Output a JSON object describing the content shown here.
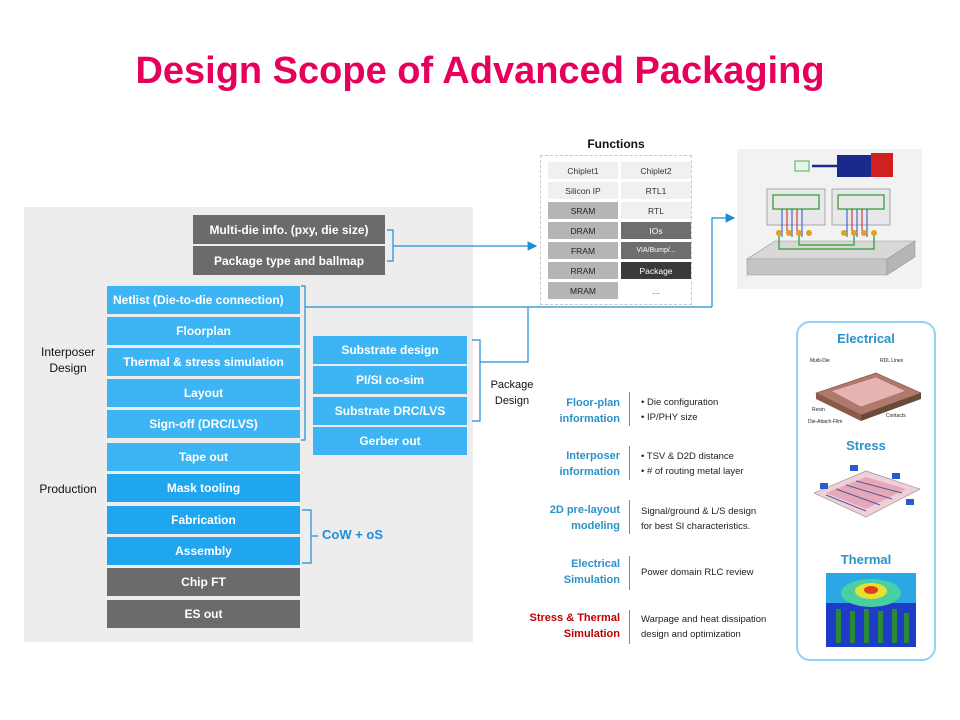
{
  "title": "Design Scope of Advanced Packaging",
  "top_blocks": [
    "Multi-die info. (pxy, die size)",
    "Package type and ballmap"
  ],
  "interposer_blocks": [
    "Netlist (Die-to-die connection)",
    "Floorplan",
    "Thermal & stress simulation",
    "Layout",
    "Sign-off (DRC/LVS)"
  ],
  "production_blocks": [
    "Tape out",
    "Mask tooling",
    "Fabrication",
    "Assembly",
    "Chip FT",
    "ES out"
  ],
  "package_blocks": [
    "Substrate design",
    "PI/SI co-sim",
    "Substrate DRC/LVS",
    "Gerber out"
  ],
  "labels": {
    "interposer": "Interposer\nDesign",
    "production": "Production",
    "package": "Package\nDesign",
    "cow": "CoW + oS"
  },
  "functions": {
    "title": "Functions",
    "left": [
      "Chiplet1",
      "Silicon IP",
      "SRAM",
      "DRAM",
      "FRAM",
      "RRAM",
      "MRAM"
    ],
    "right": [
      "Chiplet2",
      "RTL1",
      "RTL",
      "IOs",
      "VIA/Bump/...",
      "Package",
      "..."
    ]
  },
  "info_rows": [
    {
      "label": "Floor-plan\ninformation",
      "desc": [
        "Die configuration",
        "IP/PHY size"
      ],
      "bullets": true,
      "color": "#2a92c9"
    },
    {
      "label": "Interposer\ninformation",
      "desc": [
        "TSV  &  D2D distance",
        "#  of  routing metal layer"
      ],
      "bullets": true,
      "color": "#2a92c9"
    },
    {
      "label": "2D pre-layout\nmodeling",
      "desc": [
        "Signal/ground  &  L/S design",
        "for  best SI characteristics."
      ],
      "bullets": false,
      "color": "#2a92c9"
    },
    {
      "label": "Electrical\nSimulation",
      "desc": [
        "Power domain RLC review"
      ],
      "bullets": false,
      "color": "#2a92c9"
    },
    {
      "label": "Stress & Thermal\nSimulation",
      "desc": [
        "Warpage  and heat dissipation",
        "design and optimization"
      ],
      "bullets": false,
      "color": "#c00000"
    }
  ],
  "sidebar": {
    "electrical": "Electrical",
    "stress": "Stress",
    "thermal": "Thermal",
    "electrical_tags": [
      "Multi-Die",
      "RDL Lines",
      "Resin",
      "Contacts",
      "Die-Attach-Film"
    ]
  },
  "colors": {
    "title": "#e6005c",
    "block_blue": "#3db5f5",
    "block_gray": "#6b6b6b",
    "accent": "#2a92c9"
  }
}
